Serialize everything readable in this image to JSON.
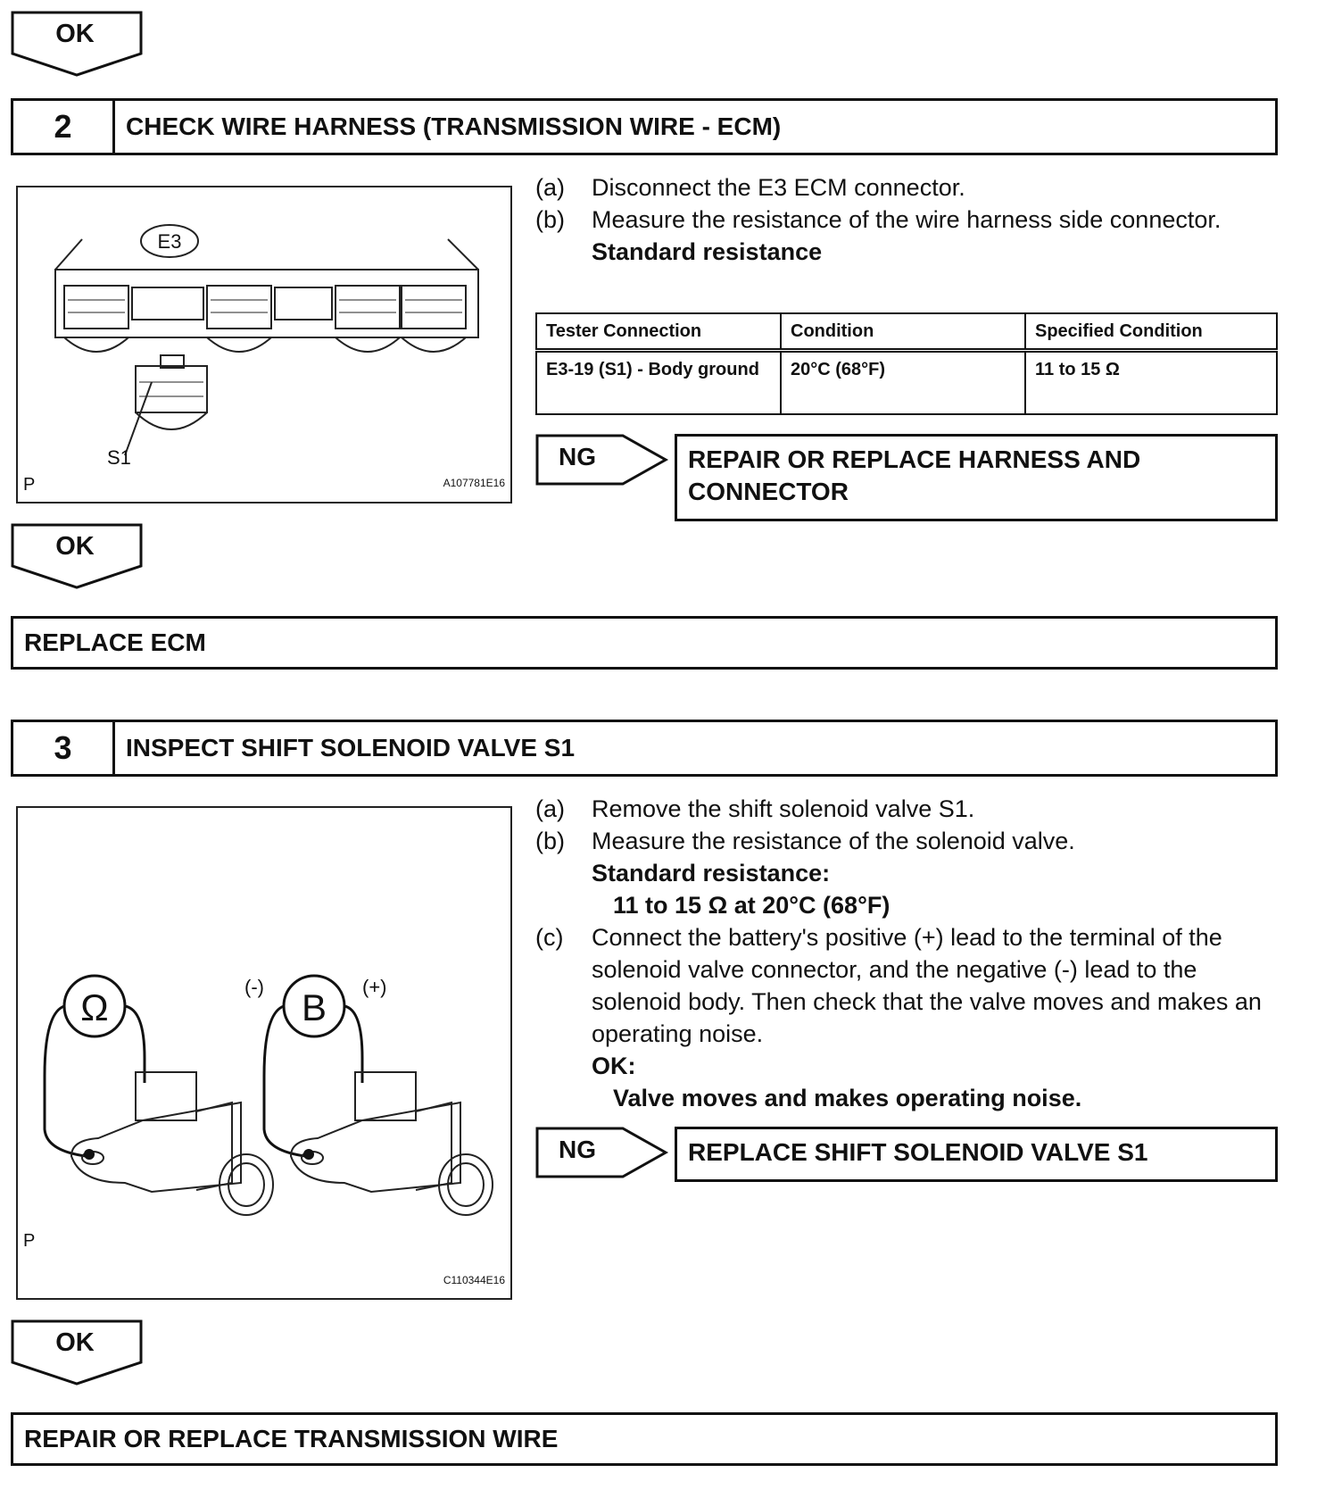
{
  "ok_label": "OK",
  "ng_label": "NG",
  "step2": {
    "number": "2",
    "title": "CHECK WIRE HARNESS (TRANSMISSION WIRE - ECM)",
    "figure": {
      "connector_label": "E3",
      "terminal_label": "S1",
      "p_mark": "P",
      "code": "A107781E16"
    },
    "instructions": [
      {
        "tag": "(a)",
        "text": "Disconnect the E3 ECM connector."
      },
      {
        "tag": "(b)",
        "text": "Measure the resistance of the wire harness side connector."
      }
    ],
    "standard_label": "Standard resistance",
    "table": {
      "headers": [
        "Tester Connection",
        "Condition",
        "Specified Condition"
      ],
      "rows": [
        [
          "E3-19 (S1) - Body ground",
          "20°C (68°F)",
          "11 to 15 Ω"
        ]
      ]
    },
    "ng_result": "REPAIR OR REPLACE HARNESS AND CONNECTOR",
    "ok_result": "REPLACE ECM"
  },
  "step3": {
    "number": "3",
    "title": "INSPECT SHIFT SOLENOID VALVE S1",
    "figure": {
      "ohm_symbol": "Ω",
      "battery_symbol": "B",
      "minus_label": "(-)",
      "plus_label": "(+)",
      "p_mark": "P",
      "code": "C110344E16"
    },
    "instructions": [
      {
        "tag": "(a)",
        "text": "Remove the shift solenoid valve S1."
      },
      {
        "tag": "(b)",
        "text": "Measure the resistance of the solenoid valve."
      },
      {
        "tag": "(c)",
        "text": "Connect the battery's positive (+) lead to the terminal of the solenoid valve connector, and the negative (-) lead to the solenoid body. Then check that the valve moves and makes an operating noise."
      }
    ],
    "standard_label": "Standard resistance:",
    "standard_value": "11 to 15 Ω at 20°C (68°F)",
    "ok_label": "OK:",
    "ok_value": "Valve moves and makes operating noise.",
    "ng_result": "REPLACE SHIFT SOLENOID VALVE S1",
    "ok_result": "REPAIR OR REPLACE TRANSMISSION WIRE"
  }
}
